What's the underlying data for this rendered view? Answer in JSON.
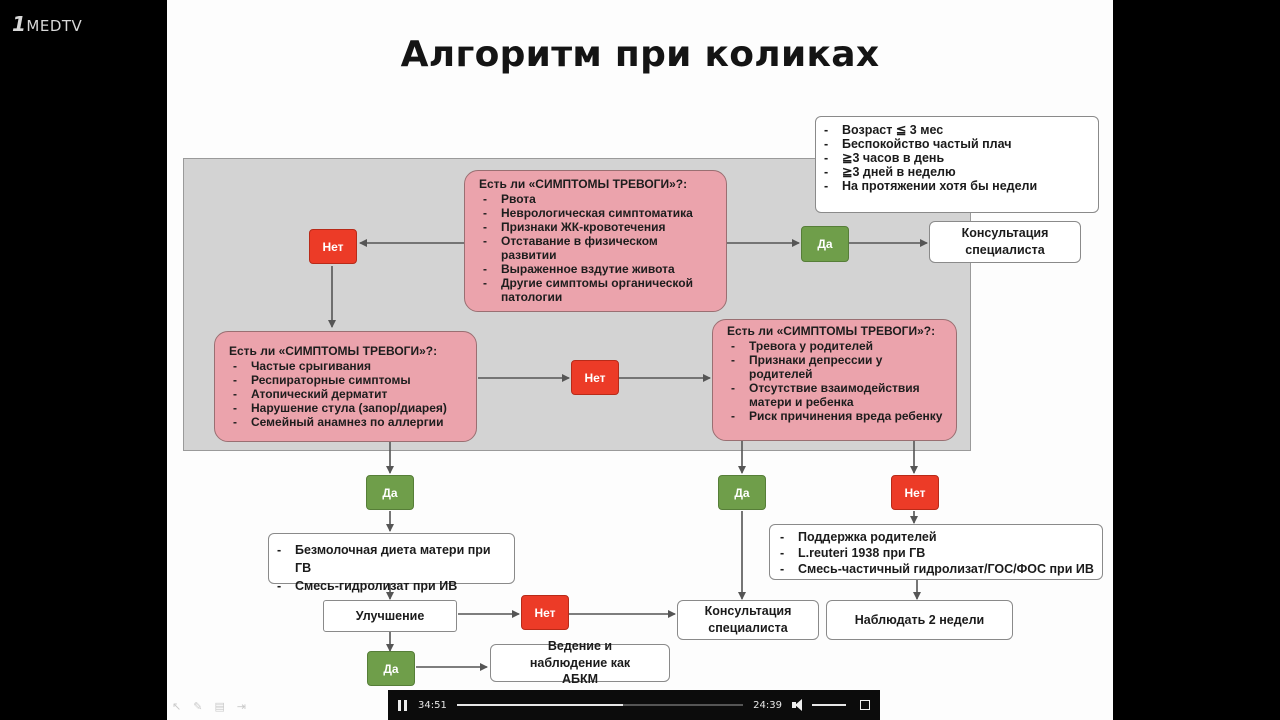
{
  "logo": {
    "prefix": "1",
    "name": "MEDTV"
  },
  "slide": {
    "title": "Алгоритм при коликах",
    "criteria_box": {
      "items": [
        "Возраст ≦ 3 мес",
        "Беспокойство частый плач",
        "≧3 часов в день",
        "≧3 дней в неделю",
        "На протяжении хотя бы недели"
      ]
    },
    "alarm_top": {
      "heading": "Есть ли «СИМПТОМЫ ТРЕВОГИ»?:",
      "items": [
        "Рвота",
        "Неврологическая симптоматика",
        "Признаки ЖК-кровотечения",
        "Отставание в физическом развитии",
        "Выраженное вздутие живота",
        "Другие симптомы органической патологии"
      ]
    },
    "alarm_left": {
      "heading": "Есть ли «СИМПТОМЫ ТРЕВОГИ»?:",
      "items": [
        "Частые срыгивания",
        "Респираторные симптомы",
        "Атопический дерматит",
        "Нарушение стула (запор/диарея)",
        "Семейный анамнез по аллергии"
      ]
    },
    "alarm_right": {
      "heading": "Есть ли «СИМПТОМЫ ТРЕВОГИ»?:",
      "items": [
        "Тревога у родителей",
        "Признаки депрессии у родителей",
        "Отсутствие взаимодействия матери и ребенка",
        "Риск причинения вреда ребенку"
      ]
    },
    "labels": {
      "yes": "Да",
      "no": "Нет"
    },
    "consult_top": "Консультация специалиста",
    "consult_bottom": "Консультация специалиста",
    "diet_box": {
      "items": [
        "Безмолочная диета матери при ГВ",
        "Смесь-гидролизат при ИВ"
      ]
    },
    "support_box": {
      "items": [
        "Поддержка родителей",
        "L.reuteri 1938 при ГВ",
        "Смесь-частичный гидролизат/ГОС/ФОС при ИВ"
      ]
    },
    "improvement": "Улучшение",
    "observe_2w": "Наблюдать 2 недели",
    "abkm": "Ведение и наблюдение как АБКМ"
  },
  "player": {
    "elapsed": "34:51",
    "remaining": "24:39",
    "progress": 0.58
  },
  "colors": {
    "alarm": "#eba3ac",
    "no": "#ec3b27",
    "yes": "#6f9e4a",
    "area": "#d3d3d3"
  }
}
